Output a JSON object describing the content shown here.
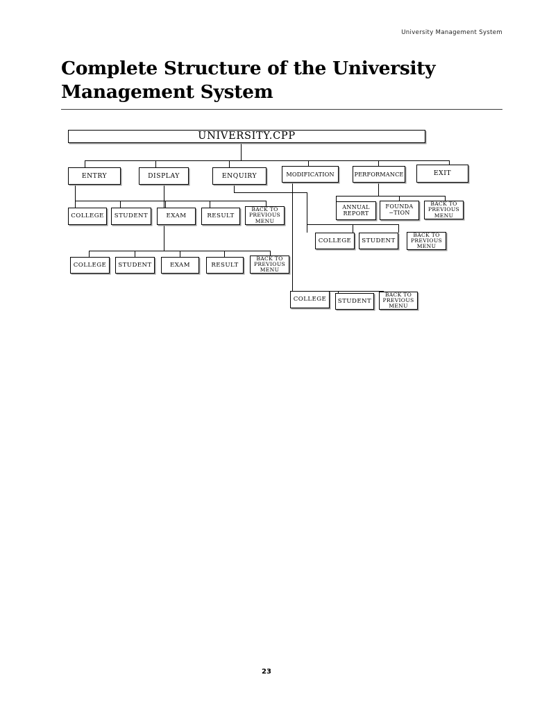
{
  "header": {
    "running_head": "University Management System"
  },
  "title": {
    "line1": "Complete Structure of the University",
    "line2": "Management System"
  },
  "footer": {
    "page_number": "23"
  },
  "diagram": {
    "type": "tree",
    "root": {
      "label": "UNIVERSITY.CPP"
    },
    "level2": [
      {
        "label": "ENTRY"
      },
      {
        "label": "DISPLAY"
      },
      {
        "label": "ENQUIRY"
      },
      {
        "label": "MODIFICATION"
      },
      {
        "label": "PERFORMANCE"
      },
      {
        "label": "EXIT"
      }
    ],
    "entry_children": [
      {
        "label": "COLLEGE"
      },
      {
        "label": "STUDENT"
      },
      {
        "label": "EXAM"
      },
      {
        "label": "RESULT"
      },
      {
        "label": "BACK TO\nPREVIOUS\nMENU"
      }
    ],
    "display_children": [
      {
        "label": "COLLEGE"
      },
      {
        "label": "STUDENT"
      },
      {
        "label": "EXAM"
      },
      {
        "label": "RESULT"
      },
      {
        "label": "BACK TO\nPREVIOUS\nMENU"
      }
    ],
    "enquiry_children": [
      {
        "label": "COLLEGE"
      },
      {
        "label": "STUDENT"
      },
      {
        "label": "BACK TO\nPREVIOUS\nMENU"
      }
    ],
    "modification_children": [
      {
        "label": "COLLEGE"
      },
      {
        "label": "STUDENT"
      },
      {
        "label": "BACK TO\nPREVIOUS\nMENU"
      }
    ],
    "performance_children": [
      {
        "label": "ANNUAL\nREPORT"
      },
      {
        "label": "FOUNDA\n−TION"
      },
      {
        "label": "BACK TO\nPREVIOUS\nMENU"
      }
    ]
  }
}
